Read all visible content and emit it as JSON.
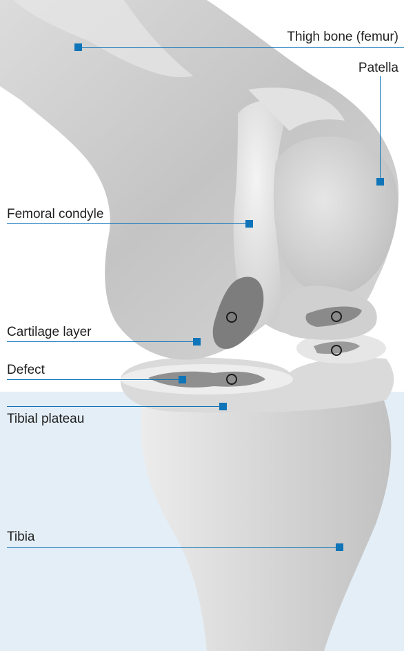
{
  "colors": {
    "background": "#ffffff",
    "lower_band": "#e4eef6",
    "accent": "#0f74b8",
    "bone_light": "#e8e8e8",
    "bone_mid": "#c9c9c9",
    "bone_dark": "#9a9a9a",
    "defect": "#7d7d7d"
  },
  "labels": {
    "femur": "Thigh bone (femur)",
    "patella": "Patella",
    "femoral_condyle": "Femoral condyle",
    "cartilage_layer": "Cartilage layer",
    "defect": "Defect",
    "tibial_plateau": "Tibial plateau",
    "tibia": "Tibia"
  },
  "icons": {
    "marker": "square-marker-icon",
    "defect_site": "circle-marker-icon"
  }
}
